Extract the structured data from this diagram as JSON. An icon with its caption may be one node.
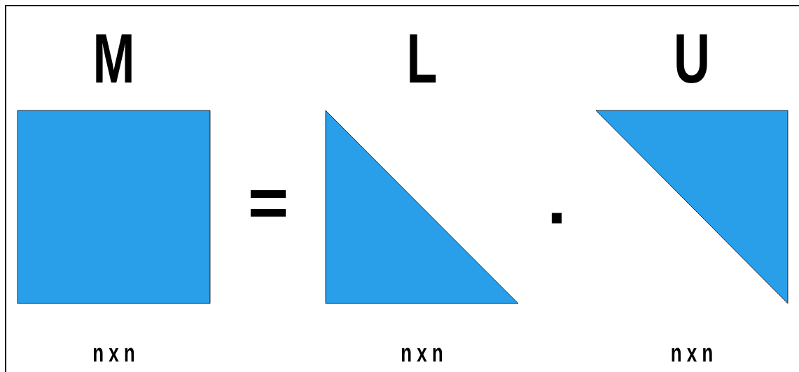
{
  "diagram": {
    "nodes": [
      {
        "text": [
          "M"
        ],
        "beside": [
          "n x n"
        ]
      },
      {
        "text": [
          "L"
        ],
        "beside": [
          "n x n"
        ]
      },
      {
        "text": [
          "U"
        ],
        "beside": [
          "n x n"
        ]
      }
    ],
    "labels": [
      "=",
      "."
    ]
  }
}
